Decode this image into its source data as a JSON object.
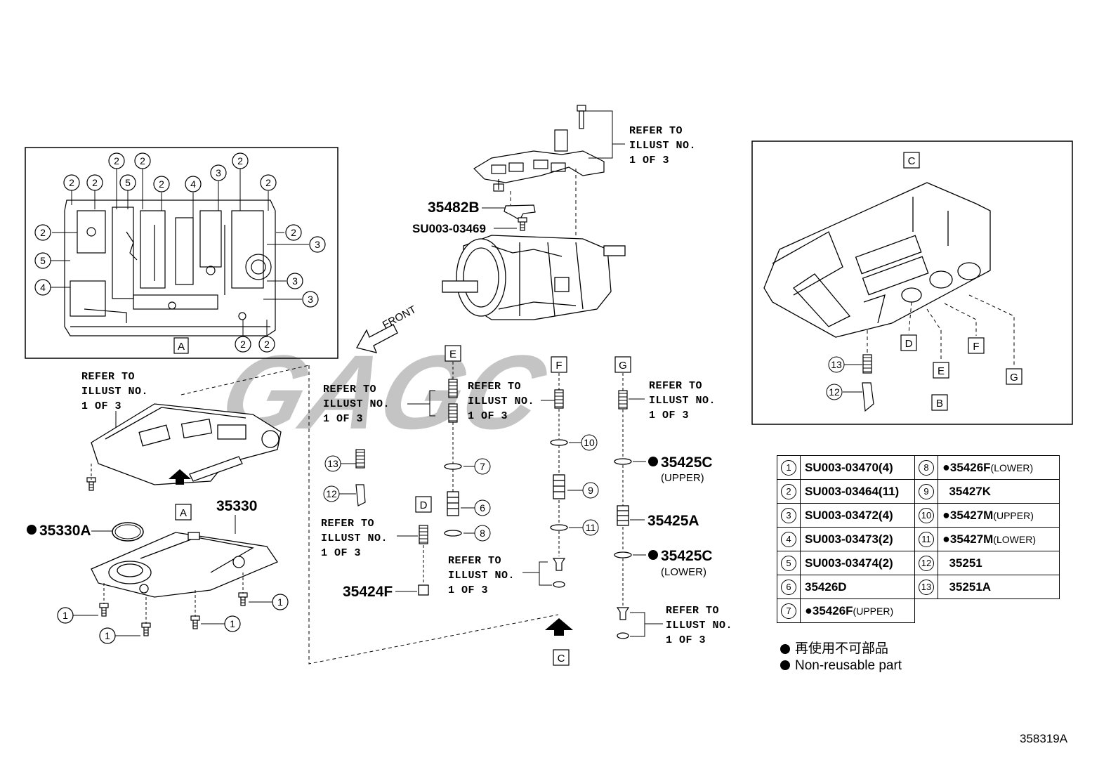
{
  "refer": {
    "line1": "REFER TO",
    "line2": "ILLUST NO.",
    "line3": "1 OF 3"
  },
  "parts": {
    "p35482B": "35482B",
    "su_03469": "SU003-03469",
    "p35330": "35330",
    "p35330A": "35330A",
    "p35424F": "35424F",
    "p35425C": "35425C",
    "upper": "(UPPER)",
    "lower": "(LOWER)",
    "p35425A": "35425A",
    "front": "FRONT"
  },
  "boxes": [
    "A",
    "B",
    "C",
    "D",
    "E",
    "F",
    "G"
  ],
  "circle_nums": [
    "1",
    "2",
    "3",
    "4",
    "5",
    "6",
    "7",
    "8",
    "9",
    "10",
    "11",
    "12",
    "13"
  ],
  "watermark": "GAGC",
  "legend": {
    "rows": [
      {
        "n1": "1",
        "p1": "SU003-03470(4)",
        "n2": "8",
        "p2": "35426F",
        "s2": "(LOWER)",
        "d2": true
      },
      {
        "n1": "2",
        "p1": "SU003-03464(11)",
        "n2": "9",
        "p2": "35427K",
        "s2": "",
        "d2": false
      },
      {
        "n1": "3",
        "p1": "SU003-03472(4)",
        "n2": "10",
        "p2": "35427M",
        "s2": "(UPPER)",
        "d2": true
      },
      {
        "n1": "4",
        "p1": "SU003-03473(2)",
        "n2": "11",
        "p2": "35427M",
        "s2": "(LOWER)",
        "d2": true
      },
      {
        "n1": "5",
        "p1": "SU003-03474(2)",
        "n2": "12",
        "p2": "35251",
        "s2": "",
        "d2": false
      },
      {
        "n1": "6",
        "p1": "35426D",
        "n2": "13",
        "p2": "35251A",
        "s2": "",
        "d2": false
      },
      {
        "n1": "7",
        "p1": "35426F",
        "s1": "(UPPER)"
      }
    ]
  },
  "note": {
    "jp": "再使用不可部品",
    "en": "Non-reusable part"
  },
  "code": "358319A"
}
